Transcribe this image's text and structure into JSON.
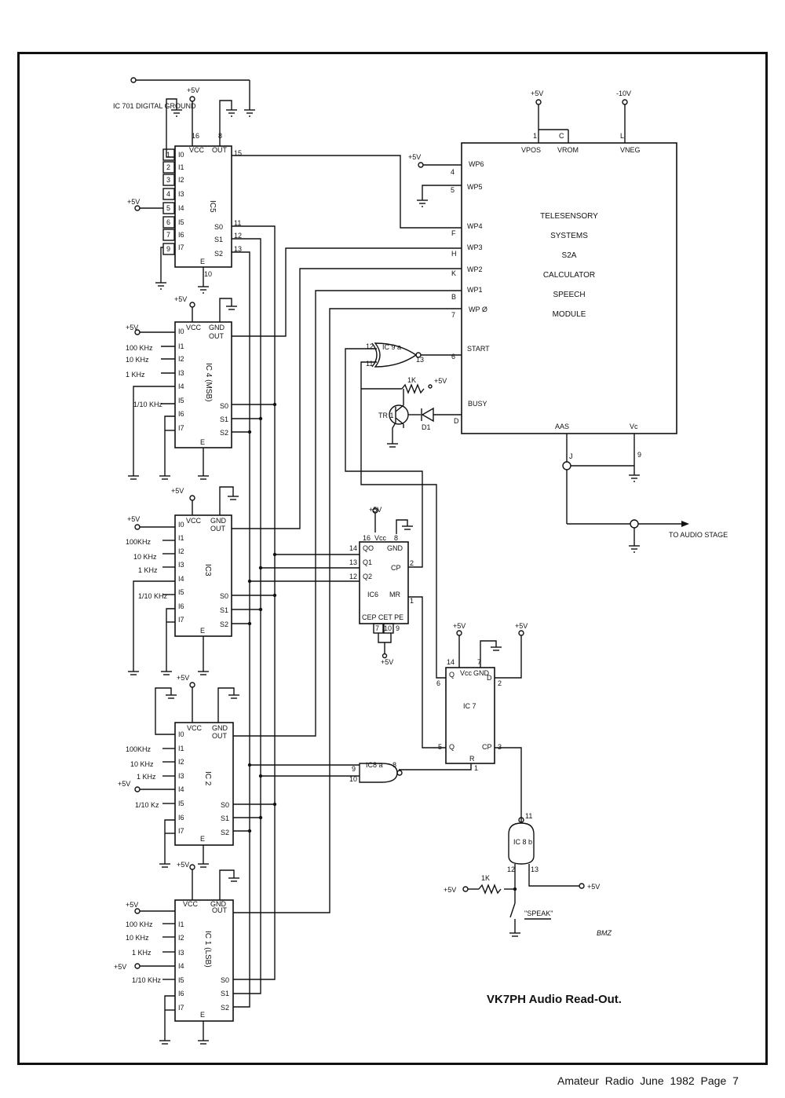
{
  "caption": "VK7PH Audio Read-Out.",
  "footer": "Amateur Radio   June 1982   Page 7",
  "initials": "BMZ",
  "power": {
    "p5": "+5V",
    "m10": "-10V"
  },
  "module": {
    "lines": [
      "TELESENSORY",
      "SYSTEMS",
      "S2A",
      "CALCULATOR",
      "SPEECH",
      "MODULE"
    ],
    "top_pins": [
      "VPOS",
      "VROM",
      "VNEG"
    ],
    "top_nums": [
      "1",
      "C",
      "L"
    ],
    "left_pins": [
      "WP6",
      "WP5",
      "WP4",
      "WP3",
      "WP2",
      "WP1",
      "WP Ø",
      "START",
      "BUSY"
    ],
    "left_nums": [
      "4",
      "5",
      "F",
      "H",
      "K",
      "B",
      "7",
      "6",
      "D"
    ],
    "bottom_pins": [
      "AAS",
      "Vc"
    ],
    "bottom_nums": [
      "J",
      "9"
    ]
  },
  "audio_out": "TO AUDIO STAGE",
  "ic701": "IC 701 DIGITAL GROUND",
  "mux_common": {
    "inputs": [
      "I0",
      "I1",
      "I2",
      "I3",
      "I4",
      "I5",
      "I6",
      "I7"
    ],
    "outputs": [
      "S0",
      "S1",
      "S2"
    ],
    "vcc": "VCC",
    "gnd": "GND",
    "out": "OUT",
    "enable": "E"
  },
  "ic5": {
    "name": "IC5",
    "pins": [
      "1",
      "2",
      "3",
      "4",
      "5",
      "6",
      "7",
      "9"
    ],
    "pin16": "16",
    "pin8": "8",
    "out": "15",
    "s": [
      "11",
      "12",
      "13"
    ],
    "e": "10"
  },
  "ic4": {
    "name": "IC 4 (MSB)",
    "freqs": [
      "100 KHz",
      "10 KHz",
      "1 KHz",
      "1/10 KHz"
    ]
  },
  "ic3": {
    "name": "IC3",
    "freqs": [
      "100KHz",
      "10 KHz",
      "1 KHz",
      "1/10 KHz"
    ]
  },
  "ic2": {
    "name": "IC 2",
    "freqs": [
      "100KHz",
      "10 KHz",
      "1 KHz",
      "1/10 Kz"
    ]
  },
  "ic1": {
    "name": "IC 1 (LSB)",
    "freqs": [
      "100 KHz",
      "10 KHz",
      "1 KHz",
      "1/10 KHz"
    ]
  },
  "ic6": {
    "name": "IC6",
    "left": [
      "QO",
      "Q1",
      "Q2"
    ],
    "left_nums": [
      "14",
      "13",
      "12"
    ],
    "right": [
      "CP",
      "MR"
    ],
    "right_nums": [
      "2",
      "1"
    ],
    "top": [
      "16",
      "Vcc",
      "GND",
      "8"
    ],
    "bottom": "CEP CET PE",
    "bottom_nums": [
      "7",
      "10",
      "9"
    ]
  },
  "ic7": {
    "name": "IC 7",
    "pins": [
      "Q",
      "Vcc",
      "GND",
      "D",
      "Q",
      "CP",
      "R"
    ],
    "nums": [
      "14",
      "7",
      "6",
      "2",
      "5",
      "3",
      "1"
    ]
  },
  "ic9": {
    "name": "IC 9 a",
    "nums": [
      "12",
      "11",
      "13"
    ]
  },
  "ic8a": {
    "name": "IC8 a",
    "nums": [
      "9",
      "10",
      "8"
    ]
  },
  "ic8b": {
    "name": "IC 8 b",
    "nums": [
      "11",
      "12",
      "13"
    ]
  },
  "tr1": "TR 1",
  "d1": "D1",
  "r1": "1K",
  "speak": "\"SPEAK\""
}
